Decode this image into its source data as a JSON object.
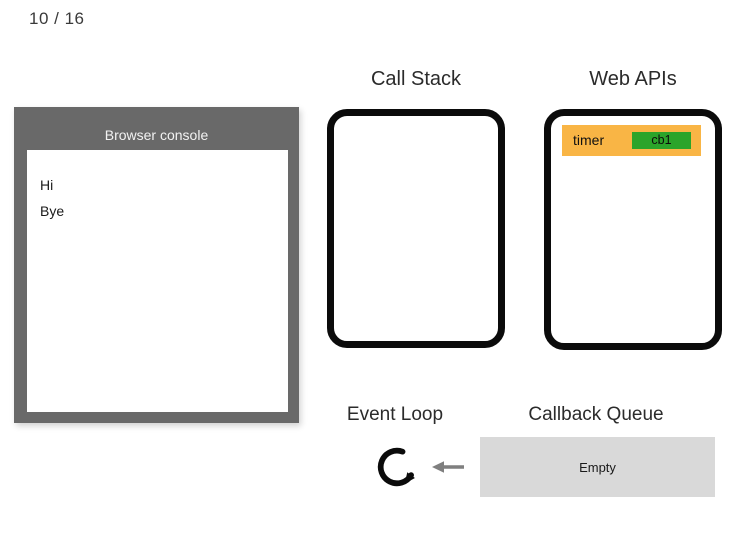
{
  "slide": {
    "counter": "10 / 16"
  },
  "browser_console": {
    "title": "Browser console",
    "lines": [
      "Hi",
      "Bye"
    ]
  },
  "call_stack": {
    "title": "Call Stack"
  },
  "web_apis": {
    "title": "Web APIs",
    "tasks": [
      {
        "name": "timer",
        "callback": "cb1"
      }
    ]
  },
  "event_loop": {
    "title": "Event Loop",
    "icon": "clockwise-loop-arrow-icon"
  },
  "flow": {
    "icon": "left-arrow-icon"
  },
  "callback_queue": {
    "title": "Callback Queue",
    "content": "Empty"
  },
  "colors": {
    "panel_gray": "#696969",
    "task_orange": "#f9b545",
    "callback_green": "#2ba42a",
    "queue_gray": "#d9d9d9",
    "arrow_gray": "#7f7f7f",
    "box_border": "#0b0b0b"
  }
}
